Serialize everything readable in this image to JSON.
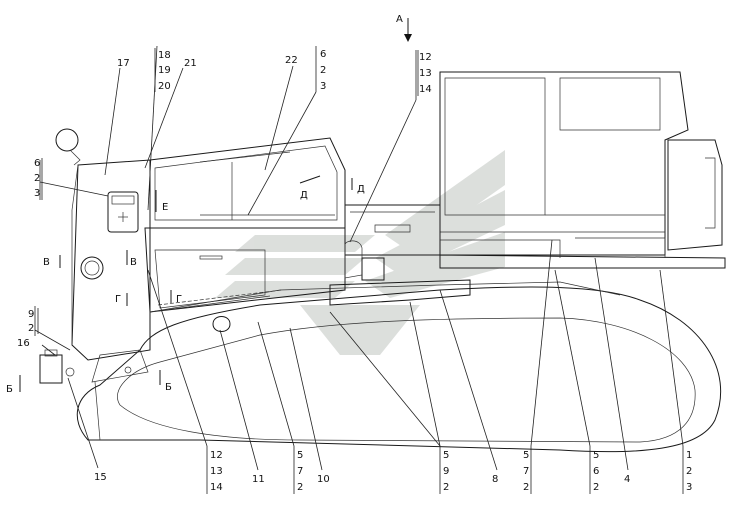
{
  "callouts": {
    "c1": "17",
    "c2": [
      "18",
      "19",
      "20"
    ],
    "c3": "21",
    "c4": "22",
    "c5": [
      "6",
      "2",
      "3"
    ],
    "c6": [
      "12",
      "13",
      "14"
    ],
    "c7": [
      "6",
      "2",
      "3"
    ],
    "c8": [
      "9",
      "2"
    ],
    "c9": "16",
    "c10": "15",
    "c11": [
      "12",
      "13",
      "14"
    ],
    "c12": "11",
    "c13": [
      "5",
      "7",
      "2"
    ],
    "c14": "10",
    "c15": [
      "5",
      "9",
      "2"
    ],
    "c16": "8",
    "c17": [
      "5",
      "7",
      "2"
    ],
    "c18": [
      "5",
      "6",
      "2"
    ],
    "c19": "4",
    "c20": [
      "1",
      "2",
      "3"
    ]
  },
  "section_marks": {
    "a": "А",
    "d1": "Д",
    "d2": "Д",
    "e": "Е",
    "v1": "В",
    "v2": "В",
    "g1": "Г",
    "g2": "Г",
    "b1": "Б",
    "b2": "Б"
  },
  "colors": {
    "line": "#1a1a1a",
    "watermark": "#d9dcd9"
  }
}
